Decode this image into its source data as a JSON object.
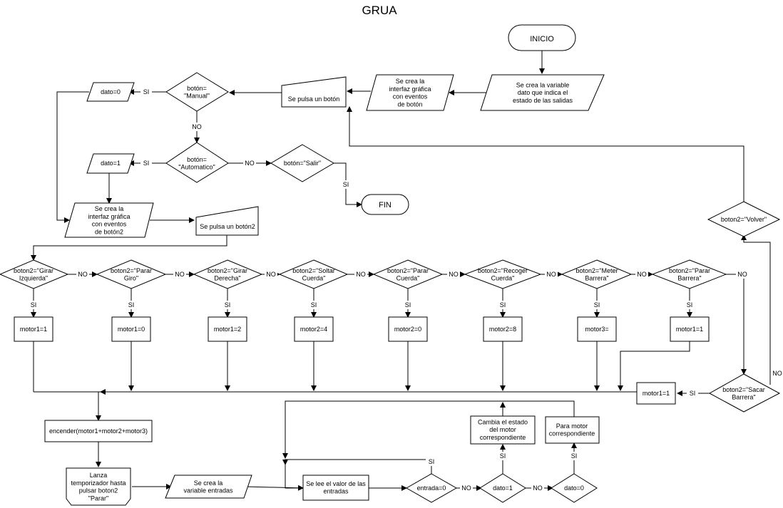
{
  "title": "GRUA",
  "nodes": {
    "inicio": "INICIO",
    "crea_var": "Se crea la variable\ndato que indica el\nestado de las salidas",
    "interfaz1": "Se crea la\ninterfaz gráfica\ncon eventos\nde botón",
    "pulsa1": "Se pulsa un botón",
    "d_manual": "botón=\n\"Manual\"",
    "dato0": "dato=0",
    "d_auto": "botón=\n\"Automatico\"",
    "dato1": "dato=1",
    "d_salir": "botón=\"Salir\"",
    "fin": "FIN",
    "interfaz2": "Se crea la\ninterfaz gráfica\ncon eventos\nde botón2",
    "pulsa2": "Se pulsa un botón2",
    "d_volver": "boton2=\"Volver\"",
    "d1": "boton2=\"Girar\nIzquierda\"",
    "d2": "boton2=\"Parar\nGiro\"",
    "d3": "boton2=\"Girar\nDerecha\"",
    "d4": "boton2=\"Soltar\nCuerda\"",
    "d5": "boton2=\"Parar\nCuerda\"",
    "d6": "boton2=\"Recoger\nCuerda\"",
    "d7": "boton2=\"Meter\nBarrera\"",
    "d8": "boton2=\"Parar\nBarrera\"",
    "d9": "boton2=\"Sacar\nBarrera\"",
    "p1": "motor1=1",
    "p2": "motor1=0",
    "p3": "motor1=2",
    "p4": "motor2=4",
    "p5": "motor2=0",
    "p6": "motor2=8",
    "p7": "motor3=",
    "p8": "motor1=1",
    "p9": "motor1=1",
    "encender": "encender(motor1+motor2+motor3)",
    "lanza": "Lanza\ntemporizador hasta\npulsar boton2\n\"Parar\"",
    "crea_entradas": "Se crea la\nvariable entradas",
    "lee": "Se lee el valor de las\nentradas",
    "d_entrada": "entrada=0",
    "d_dato1": "dato=1",
    "d_dato0": "dato=0",
    "cambia": "Cambia el estado\ndel motor\ncorrespondiente",
    "para": "Para motor\ncorrespondiente"
  },
  "edge_labels": {
    "si": "SI",
    "no": "NO"
  }
}
